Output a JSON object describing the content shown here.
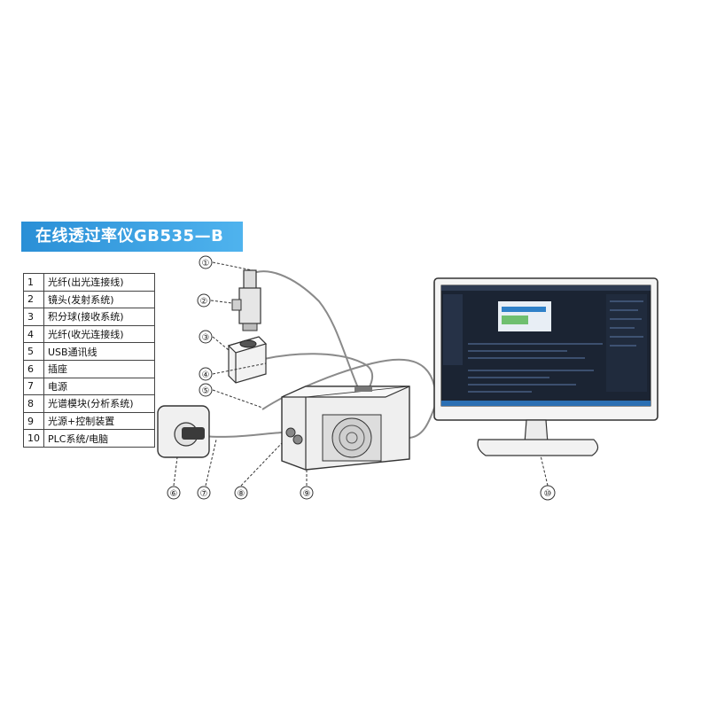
{
  "title": "在线透过率仪GB535—B",
  "legend": [
    {
      "num": "1",
      "text": "光纤(出光连接线)"
    },
    {
      "num": "2",
      "text": "镜头(发射系统)"
    },
    {
      "num": "3",
      "text": "积分球(接收系统)"
    },
    {
      "num": "4",
      "text": "光纤(收光连接线)"
    },
    {
      "num": "5",
      "text": "USB通讯线"
    },
    {
      "num": "6",
      "text": "插座"
    },
    {
      "num": "7",
      "text": "电源"
    },
    {
      "num": "8",
      "text": "光谱模块(分析系统)"
    },
    {
      "num": "9",
      "text": "光源+控制装置"
    },
    {
      "num": "10",
      "text": "PLC系统/电脑"
    }
  ],
  "callouts": [
    "①",
    "②",
    "③",
    "④",
    "⑤",
    "⑥",
    "⑦",
    "⑧",
    "⑨",
    "⑩"
  ],
  "colors": {
    "banner": "#2a8fd6",
    "screen": "#1b2433",
    "device": "#ececec"
  }
}
